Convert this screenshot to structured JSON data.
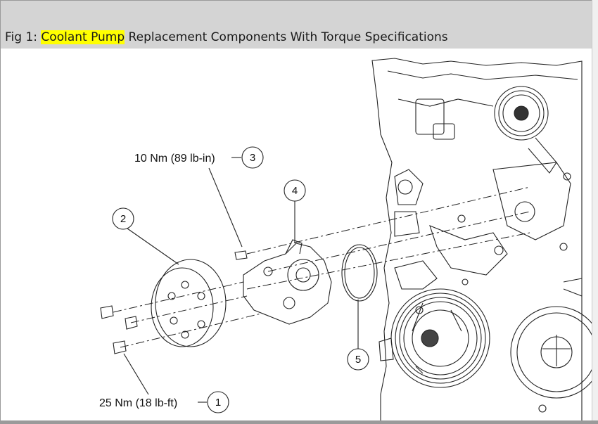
{
  "figure": {
    "prefix": "Fig 1: ",
    "highlighted": "Coolant Pump",
    "rest": " Replacement Components With Torque Specifications"
  },
  "callouts": {
    "c1": "1",
    "c2": "2",
    "c3": "3",
    "c4": "4",
    "c5": "5"
  },
  "torque": {
    "bolt3": "10 Nm (89 lb-in)",
    "bolt1": "25 Nm (18 lb-ft)"
  }
}
